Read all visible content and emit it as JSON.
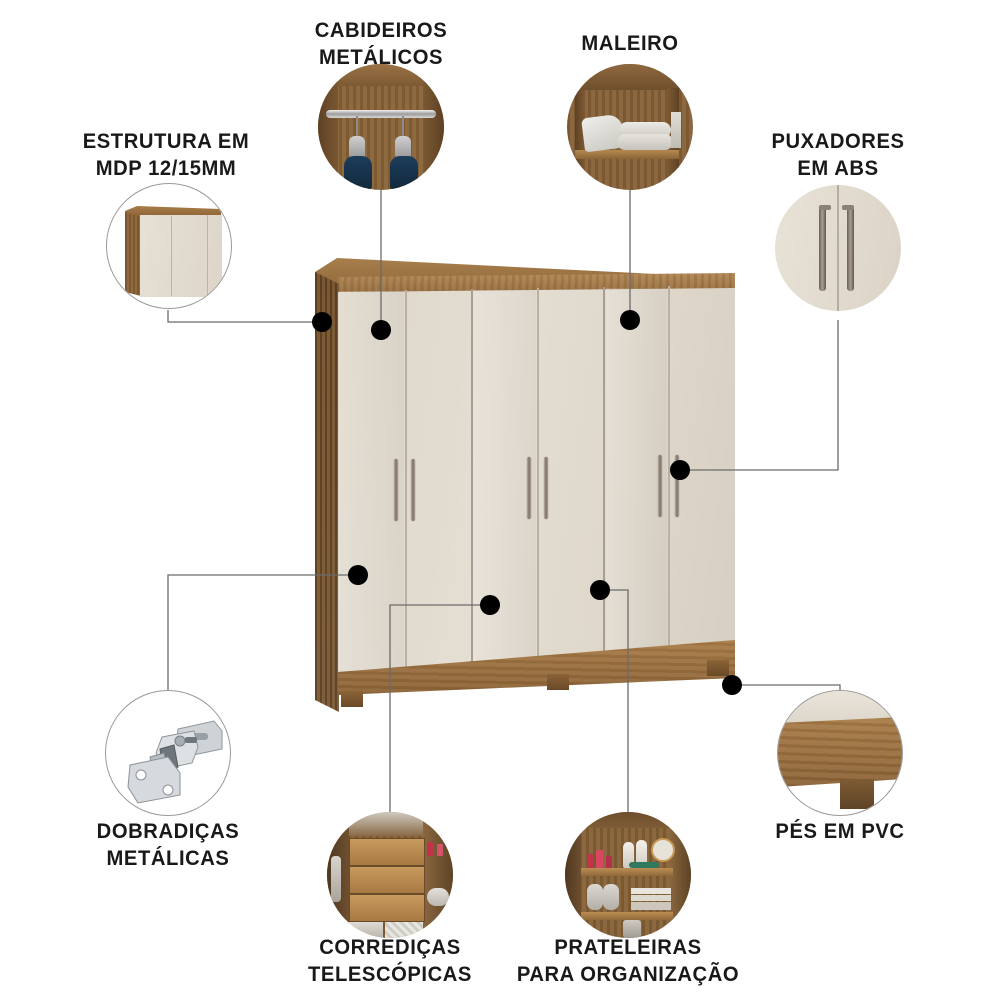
{
  "infographic": {
    "title_alt": "Guarda-roupa 6 portas - caracteristicas",
    "background_color": "#ffffff",
    "text_color": "#191919",
    "leader_line_color": "#6b6b6b",
    "dot_color": "#000000"
  },
  "product": {
    "name": "guarda-roupa-6-portas",
    "door_count": 6,
    "handle_pair_count": 3,
    "foot_count": 3,
    "colors": {
      "wood_top": "#9a7142",
      "wood_frame": "#7d5730",
      "wood_base": "#8a6236",
      "door_face": "#ded7cb",
      "door_face_light": "#e6e0d6",
      "handle": "#9d9184"
    }
  },
  "callouts": [
    {
      "id": "estrutura",
      "label": "ESTRUTURA EM\nMDP 12/15MM",
      "icon": "wardrobe-corner-icon",
      "bubble_style": "outlined",
      "position": "top-left"
    },
    {
      "id": "cabideiros",
      "label": "CABIDEIROS\nMETÁLICOS",
      "icon": "clothes-rail-icon",
      "bubble_style": "photo",
      "position": "top-center-left"
    },
    {
      "id": "maleiro",
      "label": "MALEIRO",
      "icon": "top-shelf-pillows-icon",
      "bubble_style": "photo",
      "position": "top-center-right"
    },
    {
      "id": "puxadores",
      "label": "PUXADORES\nEM ABS",
      "icon": "door-handles-icon",
      "bubble_style": "photo",
      "position": "top-right"
    },
    {
      "id": "dobradicas",
      "label": "DOBRADIÇAS\nMETÁLICAS",
      "icon": "cabinet-hinge-icon",
      "bubble_style": "outlined",
      "position": "bottom-left"
    },
    {
      "id": "corredicas",
      "label": "CORREDIÇAS\nTELESCÓPICAS",
      "icon": "drawer-slides-icon",
      "bubble_style": "photo",
      "position": "bottom-center-left"
    },
    {
      "id": "prateleiras",
      "label": "PRATELEIRAS\nPARA ORGANIZAÇÃO",
      "icon": "shelves-icon",
      "bubble_style": "photo",
      "position": "bottom-center-right"
    },
    {
      "id": "pes",
      "label": "PÉS EM PVC",
      "icon": "pvc-foot-icon",
      "bubble_style": "outlined",
      "position": "bottom-right"
    }
  ]
}
